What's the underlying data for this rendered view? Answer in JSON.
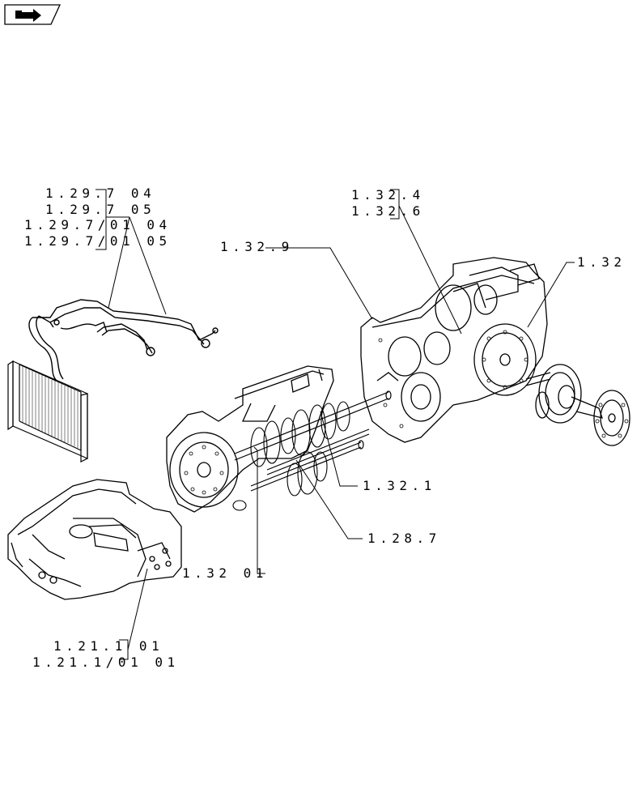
{
  "navigation": {
    "back_icon": "arrow-return-icon"
  },
  "callouts": {
    "top_left": [
      "1.29.7 04",
      "1.29.7 05",
      "1.29.7/01 04",
      "1.29.7/01 05"
    ],
    "top_right_group": [
      "1.32.4",
      "1.32.6"
    ],
    "main_housing": "1.32.9",
    "rear_axle": "1.32",
    "gear_shafts": "1.32.1",
    "gear_cluster": "1.28.7",
    "clutch_housing": "1.32 01",
    "front_support": [
      "1.21.1 01",
      "1.21.1/01 01"
    ]
  },
  "colors": {
    "line": "#000000",
    "background": "#ffffff"
  }
}
